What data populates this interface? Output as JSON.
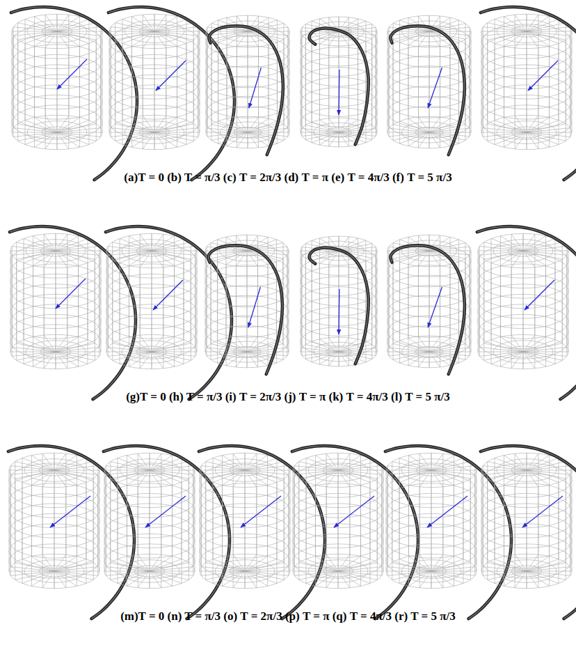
{
  "diagram": {
    "labels": [
      "(a)T = 0 (b) T = π/3 (c) T = 2π/3 (d) T = π (e) T = 4π/3 (f) T = 5 π/3",
      "(g)T = 0 (h) T = π/3 (i) T = 2π/3 (j) T = π (k) T = 4π/3 (l) T = 5 π/3",
      "(m)T = 0 (n) T = π/3 (o) T = 2π/3 (p) T = π (q) T = 4π/3 (r) T = 5 π/3"
    ]
  }
}
